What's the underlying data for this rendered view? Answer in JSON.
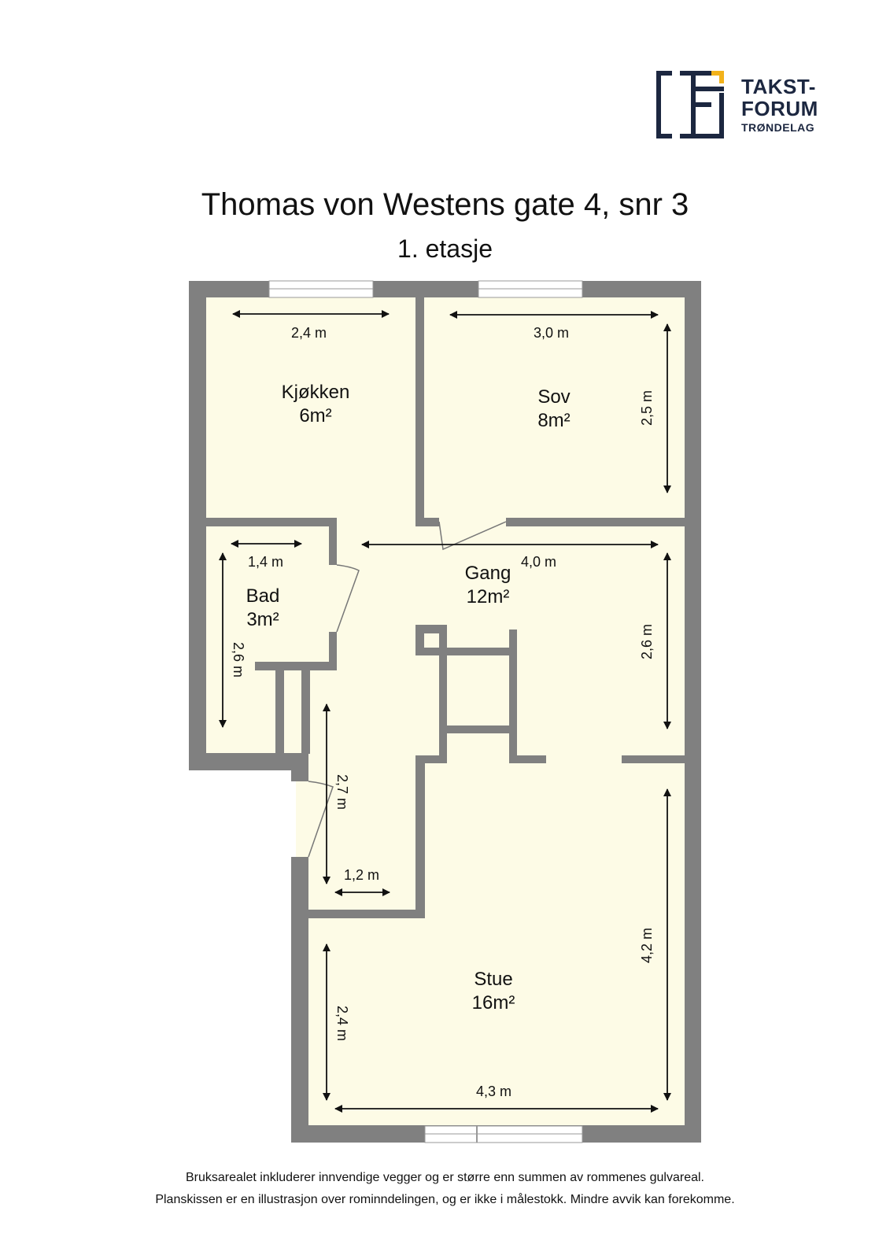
{
  "logo": {
    "line1": "TAKST-",
    "line2": "FORUM",
    "line3": "TRØNDELAG",
    "colors": {
      "navy": "#1c2740",
      "gold": "#f2b21b"
    }
  },
  "header": {
    "title": "Thomas von Westens gate 4, snr 3",
    "floor": "1. etasje"
  },
  "colors": {
    "wall": "#808080",
    "floor": "#fdfbe6",
    "window": "#ffffff",
    "dimension_line": "#111111"
  },
  "rooms": [
    {
      "name": "Kjøkken",
      "area": "6m²",
      "dims": [
        "2,4 m"
      ]
    },
    {
      "name": "Sov",
      "area": "8m²",
      "dims": [
        "3,0 m",
        "2,5 m"
      ]
    },
    {
      "name": "Bad",
      "area": "3m²",
      "dims": [
        "1,4 m",
        "2,6 m"
      ]
    },
    {
      "name": "Gang",
      "area": "12m²",
      "dims": [
        "4,0 m",
        "2,6 m",
        "2,7 m",
        "1,2 m"
      ]
    },
    {
      "name": "Stue",
      "area": "16m²",
      "dims": [
        "4,3 m",
        "4,2 m",
        "2,4 m"
      ]
    }
  ],
  "footer": {
    "line1": "Bruksarealet inkluderer innvendige vegger og er større enn summen av rommenes gulvareal.",
    "line2": "Planskissen er en illustrasjon over rominndelingen, og er ikke i målestokk. Mindre avvik kan forekomme."
  }
}
